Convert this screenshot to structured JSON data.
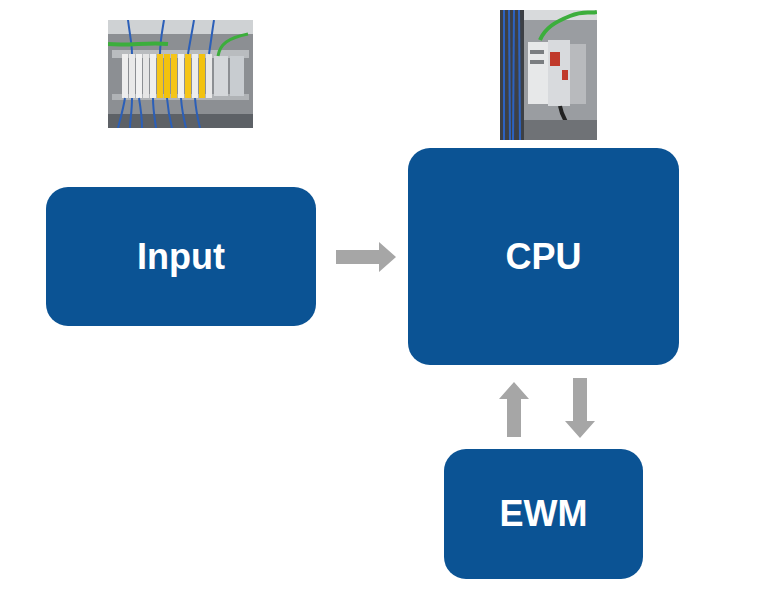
{
  "diagram": {
    "nodes": [
      {
        "text": [
          "Input"
        ]
      },
      {
        "text": [
          "CPU"
        ]
      },
      {
        "text": [
          "EWM"
        ]
      }
    ],
    "edges": [
      {
        "from": 0,
        "to": 1,
        "arrow": "to"
      },
      {
        "from": 2,
        "to": 1,
        "arrow": "to"
      },
      {
        "from": 1,
        "to": 2,
        "arrow": "to"
      }
    ]
  }
}
